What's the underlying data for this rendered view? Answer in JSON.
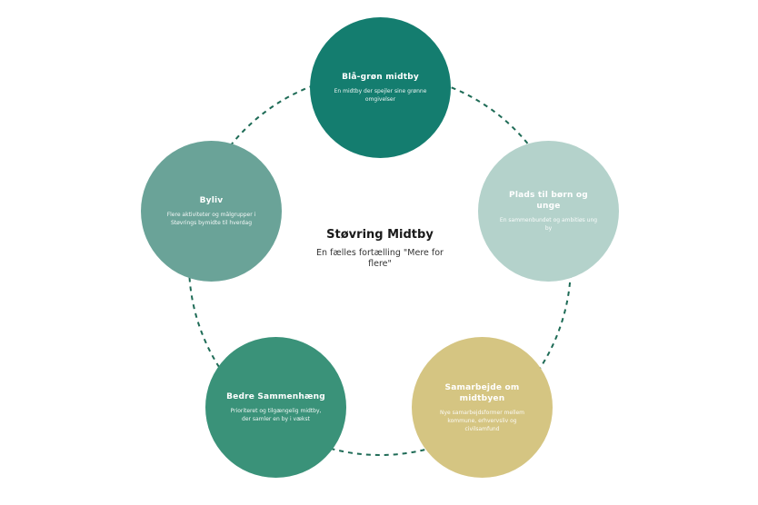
{
  "center": {
    "title": "Støvring Midtby",
    "subtitle": "En fælles fortælling \"Mere for flere\""
  },
  "nodes": [
    {
      "title": "Blå-grøn midtby",
      "description": "En midtby der spejler sine grønne omgivelser",
      "color": "#147d6f",
      "text_color": "#ffffff"
    },
    {
      "title": "Plads til børn og unge",
      "description": "En sammenbundet og ambitiøs ung by",
      "color": "#b4d2cb",
      "text_color": "#ffffff"
    },
    {
      "title": "Samarbejde om midtbyen",
      "description": "Nye samarbejdsformer mellem kommune, erhvervsliv og civilsamfund",
      "color": "#d5c582",
      "text_color": "#ffffff"
    },
    {
      "title": "Bedre Sammenhæng",
      "description": "Prioriteret og tilgængelig midtby, der samler en by i vækst",
      "color": "#3a9279",
      "text_color": "#ffffff"
    },
    {
      "title": "Byliv",
      "description": "Flere aktiviteter og målgrupper i Støvrings bymidte til hverdag",
      "color": "#6aa398",
      "text_color": "#ffffff"
    }
  ],
  "ring_color": "#1e6b56"
}
